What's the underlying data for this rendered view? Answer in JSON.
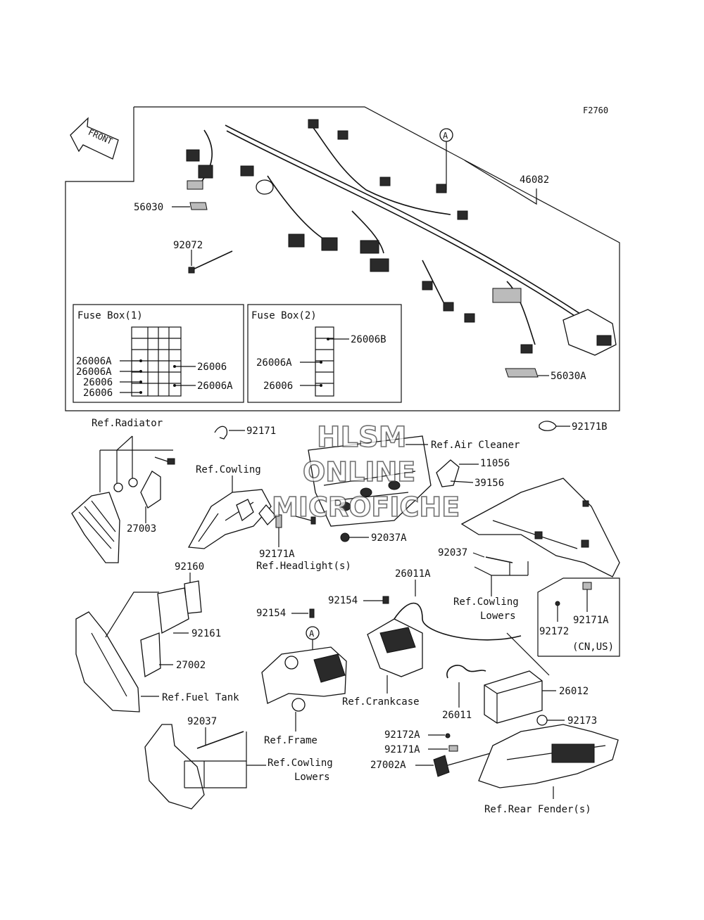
{
  "figure_code": "F2760",
  "front_badge": "FRONT",
  "watermark": {
    "line1": "HLSM",
    "line2": "ONLINE",
    "line3": "MICROFICHE"
  },
  "fuse_box_1": {
    "title": "Fuse Box(1)",
    "left_labels": [
      "26006A",
      "26006A",
      "26006",
      "26006"
    ],
    "right_labels": [
      "26006",
      "26006A"
    ]
  },
  "fuse_box_2": {
    "title": "Fuse Box(2)",
    "top_label": "26006B",
    "left_labels": [
      "26006A",
      "26006"
    ]
  },
  "callouts": {
    "p46082": "46082",
    "p56030": "56030",
    "p92072": "92072",
    "p56030A": "56030A",
    "circleA1": "A",
    "circleA2": "A",
    "ref_radiator": "Ref.Radiator",
    "p92171": "92171",
    "p92171B": "92171B",
    "ref_air_cleaner": "Ref.Air Cleaner",
    "p11056": "11056",
    "p39156": "39156",
    "ref_cowling": "Ref.Cowling",
    "p27003": "27003",
    "p92171A_top": "92171A",
    "ref_headlight": "Ref.Headlight(s)",
    "p92037A": "92037A",
    "p92037_right": "92037",
    "ref_cowling_lowers_right_1": "Ref.Cowling",
    "ref_cowling_lowers_right_2": "Lowers",
    "p92172": "92172",
    "p92171A_cn": "92171A",
    "cn_us": "(CN,US)",
    "p92160": "92160",
    "p92161": "92161",
    "p27002": "27002",
    "ref_fuel_tank": "Ref.Fuel Tank",
    "p92154_a": "92154",
    "p92154_b": "92154",
    "p26011A": "26011A",
    "ref_crankcase": "Ref.Crankcase",
    "p26012": "26012",
    "p26011": "26011",
    "ref_frame": "Ref.Frame",
    "p92037_bottom": "92037",
    "ref_cowling_lowers_bottom_1": "Ref.Cowling",
    "ref_cowling_lowers_bottom_2": "Lowers",
    "p92173": "92173",
    "p92172A": "92172A",
    "p92171A_bottom": "92171A",
    "p27002A": "27002A",
    "ref_rear_fender": "Ref.Rear Fender(s)"
  }
}
